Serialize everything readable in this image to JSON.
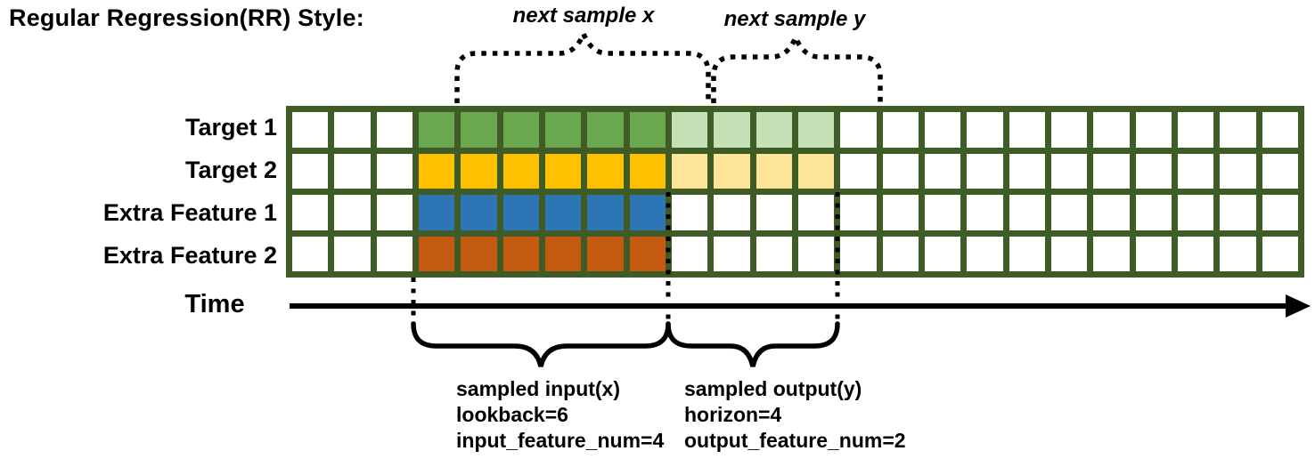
{
  "title": "Regular Regression(RR) Style:",
  "annotations": {
    "next_sample_x": "next sample x",
    "next_sample_y": "next sample y",
    "time_label": "Time",
    "input_lines": [
      "sampled input(x)",
      "lookback=6",
      "input_feature_num=4"
    ],
    "output_lines": [
      "sampled output(y)",
      "horizon=4",
      "output_feature_num=2"
    ]
  },
  "colors": {
    "grid_border": "#3f5b26",
    "cell_bg": "#ffffff",
    "target1_input": "#6aa84f",
    "target1_output": "#c5e0b4",
    "target2_input": "#ffc000",
    "target2_output": "#ffe599",
    "extra_feature1_input": "#2e75b6",
    "extra_feature2_input": "#c55a11",
    "annotation": "#000000"
  },
  "grid": {
    "num_columns": 24,
    "input_start_col": 3,
    "lookback": 6,
    "horizon": 4,
    "rows": [
      {
        "label": "Target 1",
        "input_color": "#6aa84f",
        "output_color": "#c5e0b4"
      },
      {
        "label": "Target 2",
        "input_color": "#ffc000",
        "output_color": "#ffe599"
      },
      {
        "label": "Extra Feature 1",
        "input_color": "#2e75b6",
        "output_color": null
      },
      {
        "label": "Extra Feature 2",
        "input_color": "#c55a11",
        "output_color": null
      }
    ]
  }
}
